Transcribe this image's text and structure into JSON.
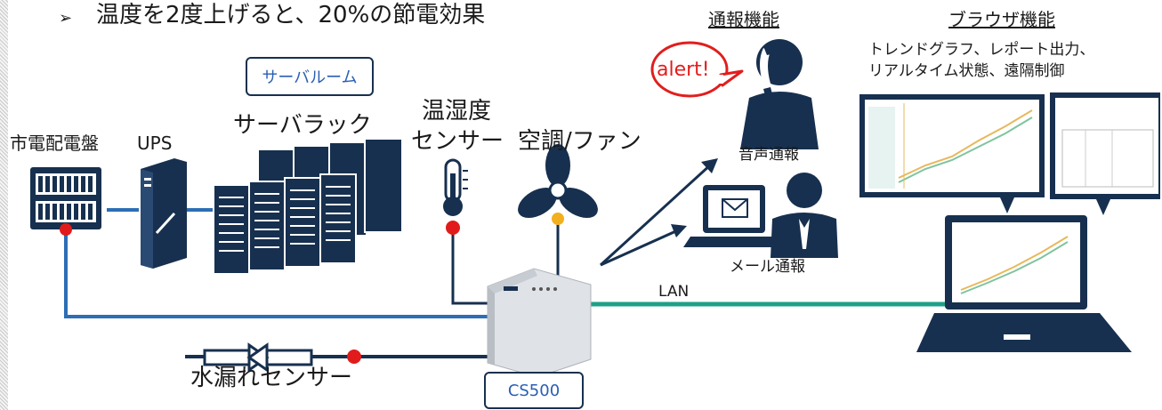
{
  "heading": {
    "bullet": "➢",
    "text": "温度を2度上げると、20%の節電効果"
  },
  "labels": {
    "server_room": "サーバルーム",
    "server_rack": "サーバラック",
    "distribution_board": "市電配電盤",
    "ups": "UPS",
    "humidity_sensor_line1": "温湿度",
    "humidity_sensor_line2": "センサー",
    "aircon_fan": "空調/ファン",
    "notification_title": "通報機能",
    "alert_bubble": "alert!",
    "voice_notification": "音声通報",
    "mail_notification": "メール通報",
    "browser_title": "ブラウザ機能",
    "browser_desc_line1": "トレンドグラフ、レポート出力、",
    "browser_desc_line2": "リアルタイム状態、遠隔制御",
    "lan": "LAN",
    "water_leak_sensor": "水漏れセンサー",
    "device_model": "CS500"
  },
  "colors": {
    "navy": "#17304f",
    "blue_line": "#2d6eb5",
    "teal_line": "#1f9f8a",
    "red_dot": "#e11b1b",
    "yellow_dot": "#f2b01e"
  }
}
